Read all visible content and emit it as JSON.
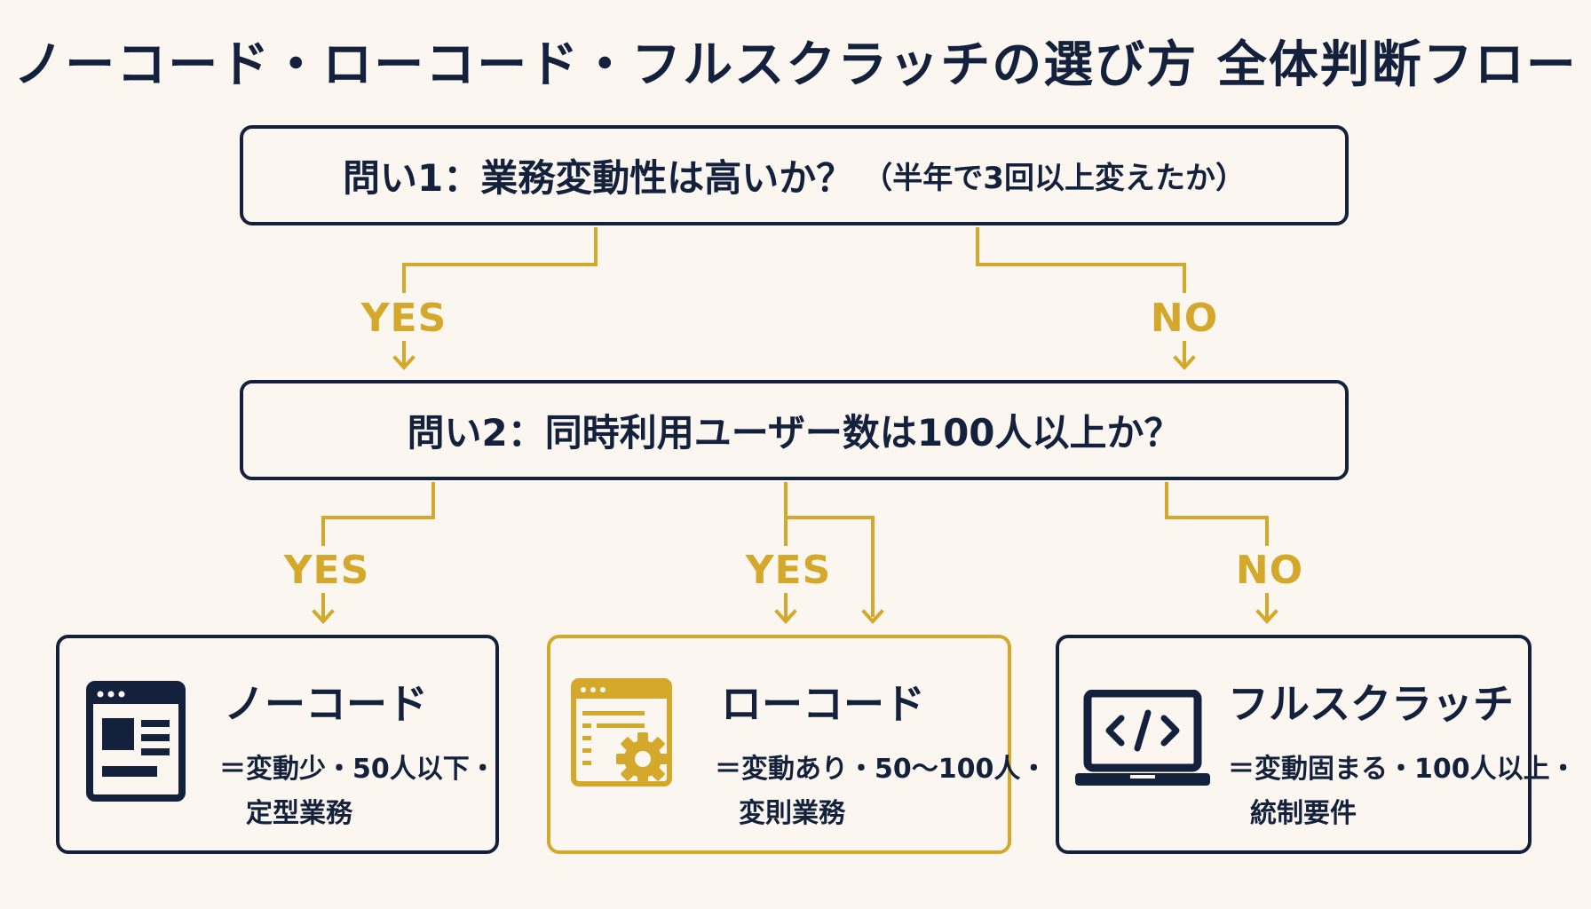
{
  "title": "ノーコード・ローコード・フルスクラッチの選び方 全体判断フロー",
  "question1": {
    "main": "問い1：業務変動性は高いか？",
    "sub": "（半年で3回以上変えたか）"
  },
  "question2": {
    "main": "問い2：同時利用ユーザー数は100人以上か？"
  },
  "branches": {
    "q1_yes": "YES",
    "q1_no": "NO",
    "q2_left_yes": "YES",
    "q2_mid_yes": "YES",
    "q2_no": "NO"
  },
  "results": [
    {
      "title": "ノーコード",
      "desc_line1": "＝変動少・50人以下・",
      "desc_line2": "定型業務",
      "icon": "browser-window-icon"
    },
    {
      "title": "ローコード",
      "desc_line1": "＝変動あり・50〜100人・",
      "desc_line2": "変則業務",
      "icon": "window-gear-icon"
    },
    {
      "title": "フルスクラッチ",
      "desc_line1": "＝変動固まる・100人以上・",
      "desc_line2": "統制要件",
      "icon": "laptop-code-icon"
    }
  ],
  "colors": {
    "navy": "#14213d",
    "gold": "#d4a82a",
    "background": "#fbf7f0"
  }
}
